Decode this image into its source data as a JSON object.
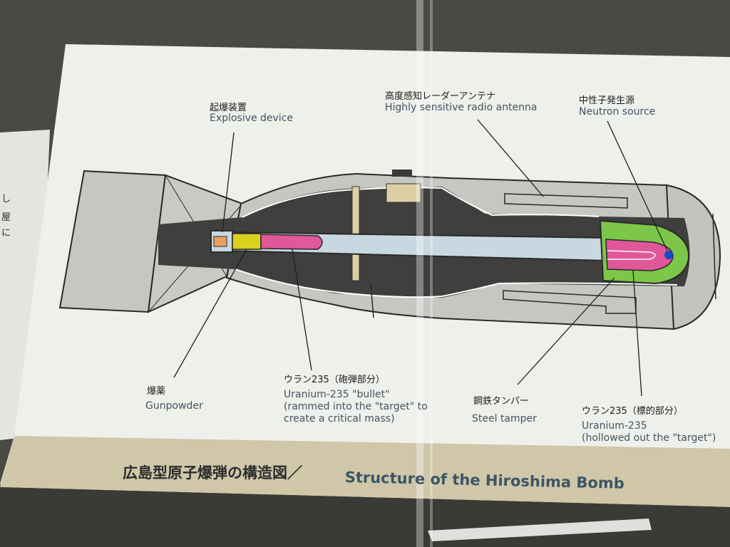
{
  "side_panel": {
    "fragments": [
      "し",
      "屋",
      "に"
    ]
  },
  "labels": {
    "explosive_device": {
      "jp": "起爆装置",
      "en": "Explosive device"
    },
    "radio_antenna": {
      "jp": "高度感知レーダーアンテナ",
      "en": "Highly sensitive radio antenna"
    },
    "neutron_source": {
      "jp": "中性子発生源",
      "en": "Neutron source"
    },
    "gunpowder": {
      "jp": "爆薬",
      "en": "Gunpowder"
    },
    "uranium_bullet": {
      "jp": "ウラン235（砲弾部分）",
      "en_lines": [
        "Uranium-235 \"bullet\"",
        "(rammed into the \"target\" to",
        "create a critical mass)"
      ]
    },
    "steel_tamper": {
      "jp": "鋼鉄タンパー",
      "en": "Steel tamper"
    },
    "uranium_target": {
      "jp": "ウラン235（標的部分）",
      "en_lines": [
        "Uranium-235",
        "(hollowed out the \"target\")"
      ]
    }
  },
  "title": {
    "jp": "広島型原子爆弾の構造図／",
    "en": "Structure of the Hiroshima Bomb"
  },
  "colors": {
    "panel": "#eef0ec",
    "casing": "#c6c7c3",
    "interior": "#3f3f3d",
    "barrel": "#c8d8e0",
    "uranium": "#e0579a",
    "gunpowder": "#d8d21f",
    "target_housing": "#7cc74a",
    "neutron_source": "#1947c8",
    "title_band": "#cfc7a8"
  }
}
